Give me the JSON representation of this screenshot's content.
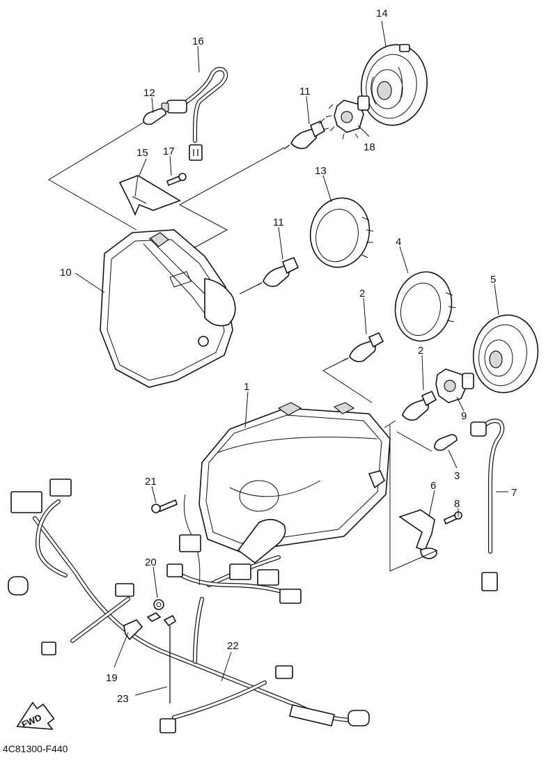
{
  "diagram": {
    "code": "4C81300-F440",
    "fwd_label": "FWD",
    "callouts": [
      {
        "id": "c1",
        "label": "1"
      },
      {
        "id": "c2a",
        "label": "2"
      },
      {
        "id": "c2b",
        "label": "2"
      },
      {
        "id": "c3",
        "label": "3"
      },
      {
        "id": "c4",
        "label": "4"
      },
      {
        "id": "c5",
        "label": "5"
      },
      {
        "id": "c6",
        "label": "6"
      },
      {
        "id": "c7",
        "label": "7"
      },
      {
        "id": "c8",
        "label": "8"
      },
      {
        "id": "c9",
        "label": "9"
      },
      {
        "id": "c10",
        "label": "10"
      },
      {
        "id": "c11a",
        "label": "11"
      },
      {
        "id": "c11b",
        "label": "11"
      },
      {
        "id": "c12",
        "label": "12"
      },
      {
        "id": "c13",
        "label": "13"
      },
      {
        "id": "c14",
        "label": "14"
      },
      {
        "id": "c15",
        "label": "15"
      },
      {
        "id": "c16",
        "label": "16"
      },
      {
        "id": "c17",
        "label": "17"
      },
      {
        "id": "c18",
        "label": "18"
      },
      {
        "id": "c19",
        "label": "19"
      },
      {
        "id": "c20",
        "label": "20"
      },
      {
        "id": "c21",
        "label": "21"
      },
      {
        "id": "c22",
        "label": "22"
      },
      {
        "id": "c23",
        "label": "23"
      }
    ]
  }
}
